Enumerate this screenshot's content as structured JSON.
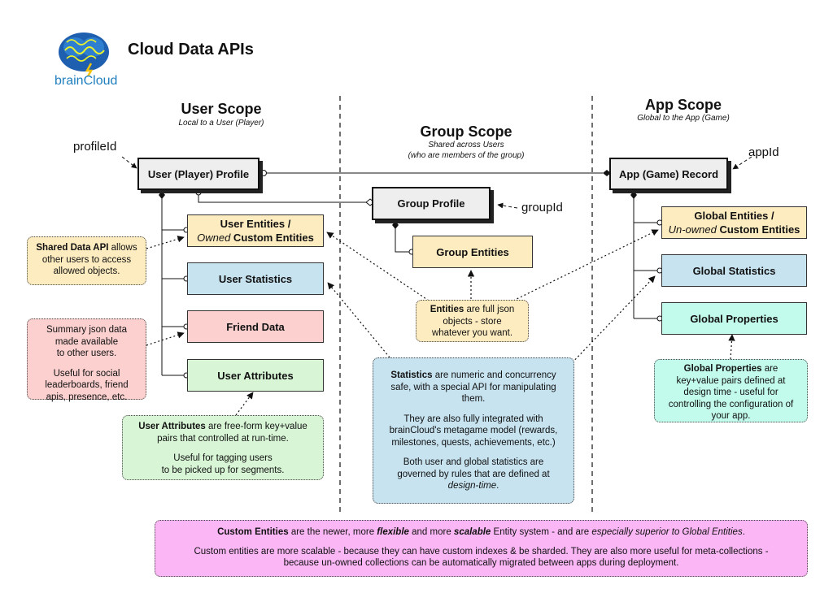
{
  "header": {
    "title": "Cloud Data APIs",
    "logo_word_1": "brain",
    "logo_word_2": "Cloud"
  },
  "scopes": {
    "user": {
      "title": "User Scope",
      "subtitle": "Local to a User (Player)"
    },
    "group": {
      "title": "Group Scope",
      "subtitle_1": "Shared across Users",
      "subtitle_2": "(who are members of the group)"
    },
    "app": {
      "title": "App Scope",
      "subtitle": "Global to the App (Game)"
    }
  },
  "ids": {
    "profile": "profileId",
    "group": "groupId",
    "app": "appId"
  },
  "boxes": {
    "user_profile": "User (Player) Profile",
    "group_profile": "Group Profile",
    "app_record": "App (Game) Record",
    "user_entities_1": "User Entities /",
    "user_entities_2a": "Owned",
    "user_entities_2b": " Custom Entities",
    "user_statistics": "User Statistics",
    "friend_data": "Friend Data",
    "user_attributes": "User Attributes",
    "group_entities": "Group Entities",
    "global_entities_1": "Global Entities /",
    "global_entities_2a": "Un-owned",
    "global_entities_2b": " Custom Entities",
    "global_statistics": "Global Statistics",
    "global_properties": "Global Properties"
  },
  "notes": {
    "shared_data": {
      "bold": "Shared Data API",
      "text_1": " allows",
      "text_2": "other users to access",
      "text_3": "allowed objects."
    },
    "summary": {
      "lines_a": [
        "Summary json data",
        "made available",
        "to other users."
      ],
      "lines_b": [
        "Useful for social",
        "leaderboards, friend",
        "apis, presence, etc."
      ]
    },
    "attributes": {
      "bold": "User Attributes",
      "text_1": " are free-form key+value",
      "text_2": "pairs that controlled at run-time.",
      "lines_b": [
        "Useful for tagging users",
        "to be picked up for segments."
      ]
    },
    "entities": {
      "bold": "Entities",
      "text_1": " are full json",
      "text_2": "objects - store",
      "text_3": "whatever you want."
    },
    "statistics": {
      "bold": "Statistics",
      "text_1": " are numeric and concurrency",
      "text_2": "safe, with a special API for manipulating",
      "text_3": "them.",
      "lines_b": [
        "They are also fully integrated with",
        "brainCloud's metagame model (rewards,",
        "milestones, quests, achievements, etc.)"
      ],
      "lines_c": [
        "Both user and global statistics are",
        "governed by rules that are defined at"
      ],
      "italic_c": "design-time",
      "end_c": "."
    },
    "global_props": {
      "bold": "Global Properties",
      "text_1": " are",
      "text_2": "key+value pairs defined at",
      "text_3": "design time - useful for",
      "text_4": "controlling the configuration of",
      "text_5": "your app."
    },
    "custom": {
      "b1": "Custom Entities",
      "t1": " are the newer, more ",
      "bi1": "flexible",
      "t2": " and more ",
      "bi2": "scalable",
      "t3": " Entity system - and are ",
      "i1": "especially superior to Global Entities",
      "t4": ".",
      "line_2": "Custom entities are more scalable - because they can have custom indexes & be sharded. They are also more useful for meta-collections -",
      "line_3": "because un-owned collections can be automatically migrated between apps during deployment."
    }
  }
}
